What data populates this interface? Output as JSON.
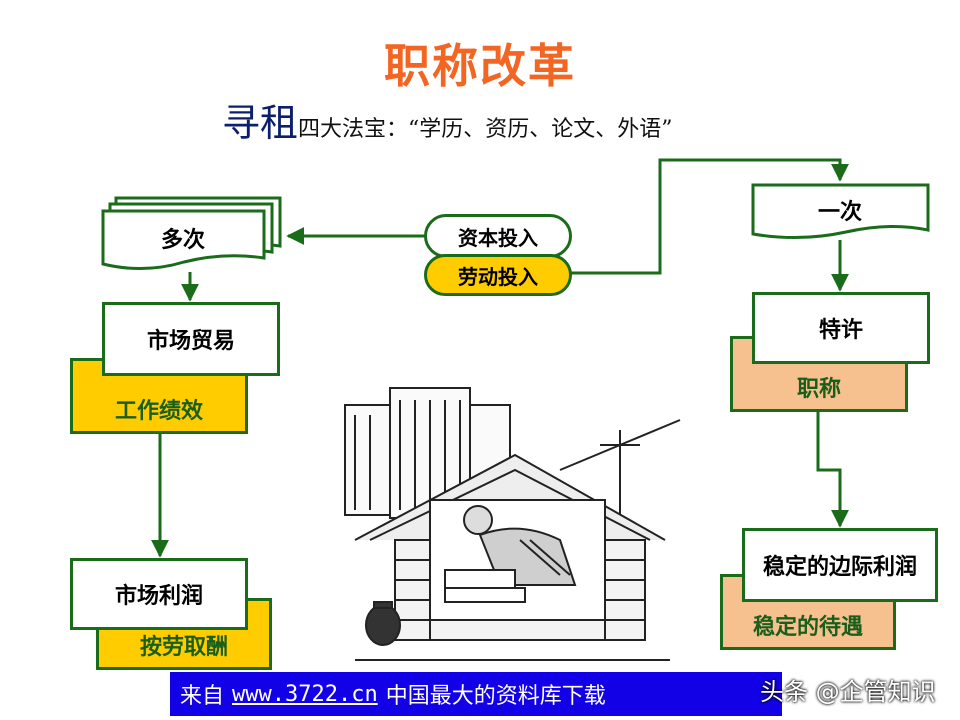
{
  "title": "职称改革",
  "subtitle": {
    "big": "寻租",
    "small": "四大法宝：“学历、资历、论文、外语”"
  },
  "left": {
    "multi": "多次",
    "market_trade": "市场贸易",
    "work_perf": "工作绩效",
    "market_profit": "市场利润",
    "pay_by_labor": "按劳取酬"
  },
  "center": {
    "capital_input": "资本投入",
    "labor_input": "劳动投入"
  },
  "right": {
    "once": "一次",
    "franchise": "特许",
    "title_rank": "职称",
    "stable_margin": "稳定的边际利润",
    "stable_treatment": "稳定的待遇"
  },
  "footer": {
    "prefix": "来自",
    "url": "www.3722.cn",
    "suffix": "中国最大的资料库下载"
  },
  "watermark": "头条 @企管知识",
  "colors": {
    "accent_title": "#f26522",
    "border_green": "#1a6b1a",
    "yellow_fill": "#ffcc00",
    "peach_fill": "#f6c08f",
    "footer_blue": "#1200e6"
  }
}
